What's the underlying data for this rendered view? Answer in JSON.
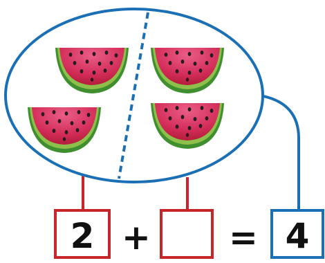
{
  "equation": {
    "first_addend": "2",
    "plus_sign": "+",
    "second_addend": "",
    "equals_sign": "=",
    "total": "4"
  },
  "groups": {
    "left_count": 2,
    "right_count": 2
  },
  "colors": {
    "addend_box": "#c8252a",
    "total_box": "#1a6fb5",
    "ellipse_border": "#1a6fb5",
    "divider": "#1a6fb5",
    "melon_rind": "#3f8f2f",
    "melon_rind_light": "#9acb54",
    "melon_flesh": "#d83a64",
    "melon_seed": "#2a1a20",
    "symbol": "#111111"
  }
}
